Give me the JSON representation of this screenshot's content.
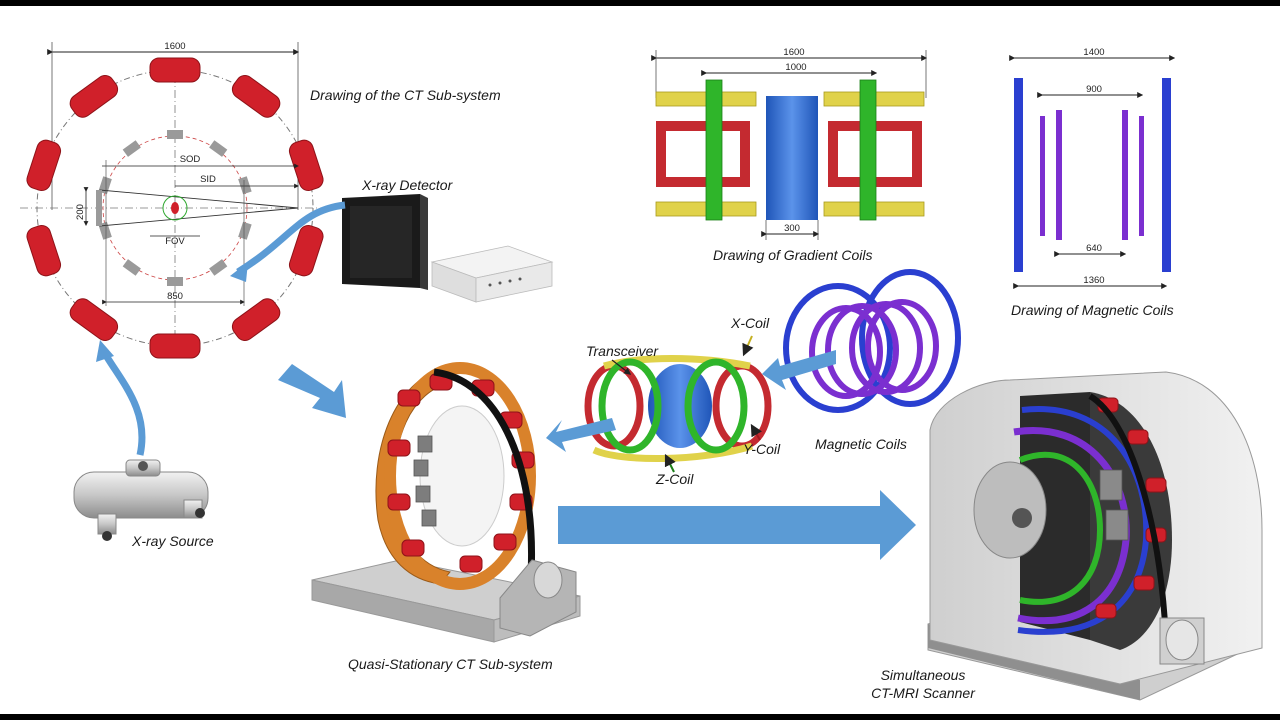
{
  "captions": {
    "ct_drawing": "Drawing of the CT Sub-system",
    "xray_detector": "X-ray Detector",
    "xray_source": "X-ray Source",
    "quasi_ct": "Quasi-Stationary CT Sub-system",
    "gradient_drawing": "Drawing of Gradient Coils",
    "magnetic_drawing": "Drawing of Magnetic Coils",
    "magnetic_coils": "Magnetic Coils",
    "transceiver": "Transceiver",
    "x_coil": "X-Coil",
    "y_coil": "Y-Coil",
    "z_coil": "Z-Coil",
    "scanner_line1": "Simultaneous",
    "scanner_line2": "CT-MRI Scanner"
  },
  "ct_dims": {
    "outer": "1600",
    "sod": "SOD",
    "sid": "SID",
    "fov": "FOV",
    "height": "200",
    "inner": "850"
  },
  "gradient_dims": {
    "outer": "1600",
    "inner": "1000",
    "gap": "300"
  },
  "magnetic_dims": {
    "outer": "1400",
    "inner": "900",
    "short": "640",
    "bottom": "1360"
  },
  "colors": {
    "source_red": "#d0202a",
    "arrow_blue": "#5b9bd5",
    "gradient_yellow": "#e0d24a",
    "gradient_red": "#c42a30",
    "gradient_green": "#2fb52a",
    "gradient_blue": "#2f6fd0",
    "magnet_blue": "#2a3fd0",
    "magnet_purple": "#7b2fd0",
    "frame_orange": "#d9822b"
  }
}
